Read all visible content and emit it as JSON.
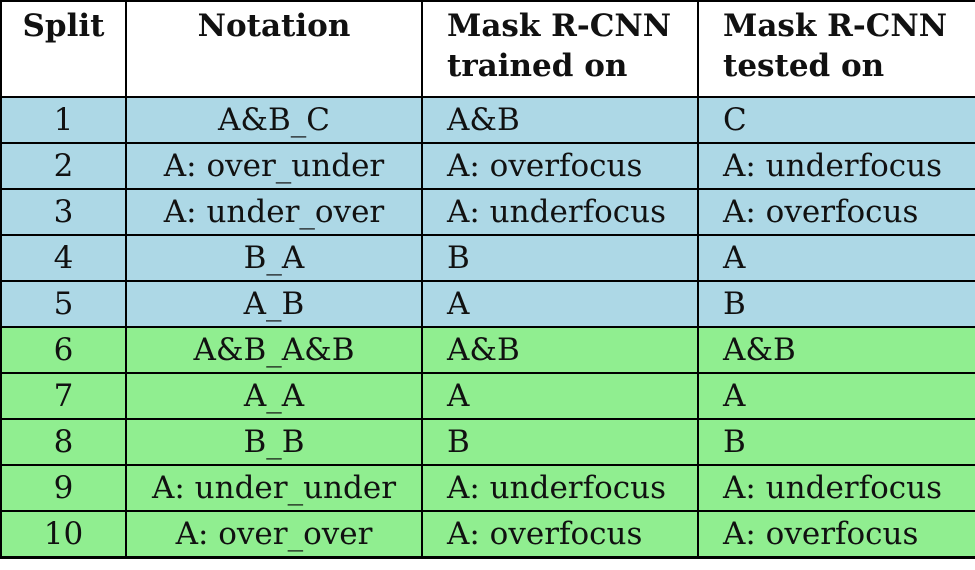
{
  "header": {
    "split": "Split",
    "notation": "Notation",
    "trained_on": "Mask R-CNN trained on",
    "tested_on": "Mask R-CNN tested on"
  },
  "colors": {
    "group1": "#add8e6",
    "group2": "#90ee90"
  },
  "rows": [
    {
      "split": "1",
      "notation": "A&B_C",
      "trained": "A&B",
      "tested": "C",
      "group": "blue"
    },
    {
      "split": "2",
      "notation": "A: over_under",
      "trained": "A: overfocus",
      "tested": "A: underfocus",
      "group": "blue"
    },
    {
      "split": "3",
      "notation": "A: under_over",
      "trained": "A: underfocus",
      "tested": "A: overfocus",
      "group": "blue"
    },
    {
      "split": "4",
      "notation": "B_A",
      "trained": "B",
      "tested": "A",
      "group": "blue"
    },
    {
      "split": "5",
      "notation": "A_B",
      "trained": "A",
      "tested": "B",
      "group": "blue"
    },
    {
      "split": "6",
      "notation": "A&B_A&B",
      "trained": "A&B",
      "tested": "A&B",
      "group": "green"
    },
    {
      "split": "7",
      "notation": "A_A",
      "trained": "A",
      "tested": "A",
      "group": "green"
    },
    {
      "split": "8",
      "notation": "B_B",
      "trained": "B",
      "tested": "B",
      "group": "green"
    },
    {
      "split": "9",
      "notation": "A: under_under",
      "trained": "A: underfocus",
      "tested": "A: underfocus",
      "group": "green"
    },
    {
      "split": "10",
      "notation": "A: over_over",
      "trained": "A: overfocus",
      "tested": "A: overfocus",
      "group": "green"
    }
  ]
}
